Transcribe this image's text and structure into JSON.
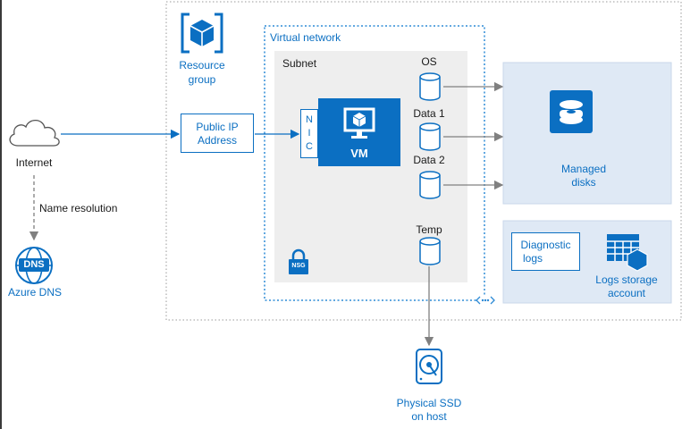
{
  "internet": {
    "label": "Internet"
  },
  "dns": {
    "resolution_label": "Name resolution",
    "label": "Azure DNS",
    "icon_text": "DNS"
  },
  "resource_group": {
    "label_line1": "Resource",
    "label_line2": "group"
  },
  "public_ip": {
    "line1": "Public IP",
    "line2": "Address"
  },
  "virtual_network": {
    "label": "Virtual network"
  },
  "subnet": {
    "label": "Subnet"
  },
  "nic": {
    "letters": [
      "N",
      "I",
      "C"
    ]
  },
  "vm": {
    "label": "VM"
  },
  "nsg": {
    "label": "NSG"
  },
  "disks": [
    {
      "label": "OS"
    },
    {
      "label": "Data 1"
    },
    {
      "label": "Data 2"
    },
    {
      "label": "Temp"
    }
  ],
  "managed_disks": {
    "line1": "Managed",
    "line2": "disks"
  },
  "diagnostic_logs": {
    "line1": "Diagnostic",
    "line2": "logs"
  },
  "logs_storage": {
    "line1": "Logs storage",
    "line2": "account"
  },
  "physical_ssd": {
    "line1": "Physical SSD",
    "line2": "on host"
  },
  "colors": {
    "azure_blue": "#0b6fc2",
    "panel_gray": "#eeeeee",
    "panel_blue": "#dfe9f5",
    "line_gray": "#808080"
  }
}
